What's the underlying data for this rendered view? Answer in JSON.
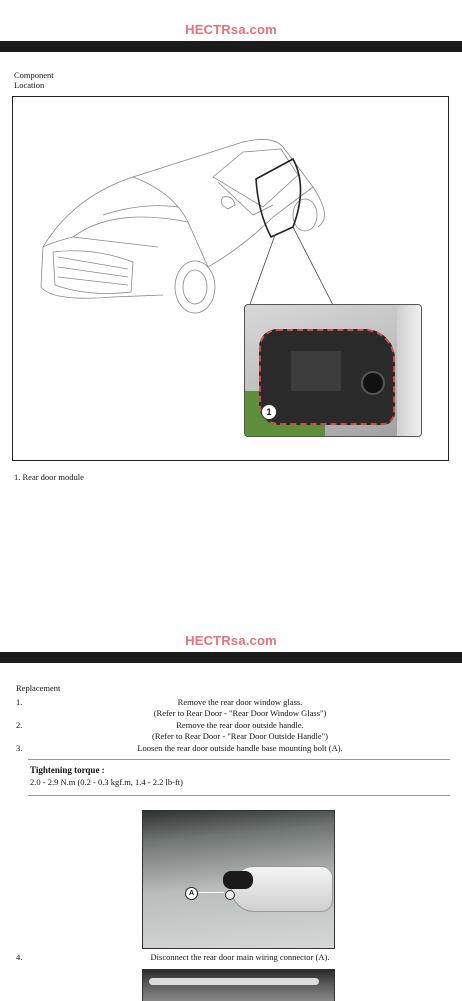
{
  "header": {
    "brand_top": "HECTRsa.com",
    "brand_mid": "HECTRsa.com"
  },
  "section1": {
    "title_line1": "Component",
    "title_line2": "Location",
    "callout": "1",
    "caption": "1. Rear door module"
  },
  "section2": {
    "title": "Replacement",
    "steps": [
      {
        "num": "1.",
        "line1": "Remove the rear door window glass.",
        "line2": "(Refer to Rear Door - \"Rear Door Window Glass\")"
      },
      {
        "num": "2.",
        "line1": "Remove the rear door outside handle.",
        "line2": "(Refer to Rear Door - \"Rear Door Outside Handle\")"
      },
      {
        "num": "3.",
        "line1": "Loosen the rear door outside handle base mounting bolt (A)."
      },
      {
        "num": "4.",
        "line1": "Disconnect the rear door main wiring connector (A)."
      }
    ],
    "torque": {
      "heading": "Tightening torque :",
      "value": "2.0 - 2.9 N.m (0.2 - 0.3 kgf.m, 1.4 - 2.2 lb-ft)"
    },
    "photo_label": "A"
  }
}
